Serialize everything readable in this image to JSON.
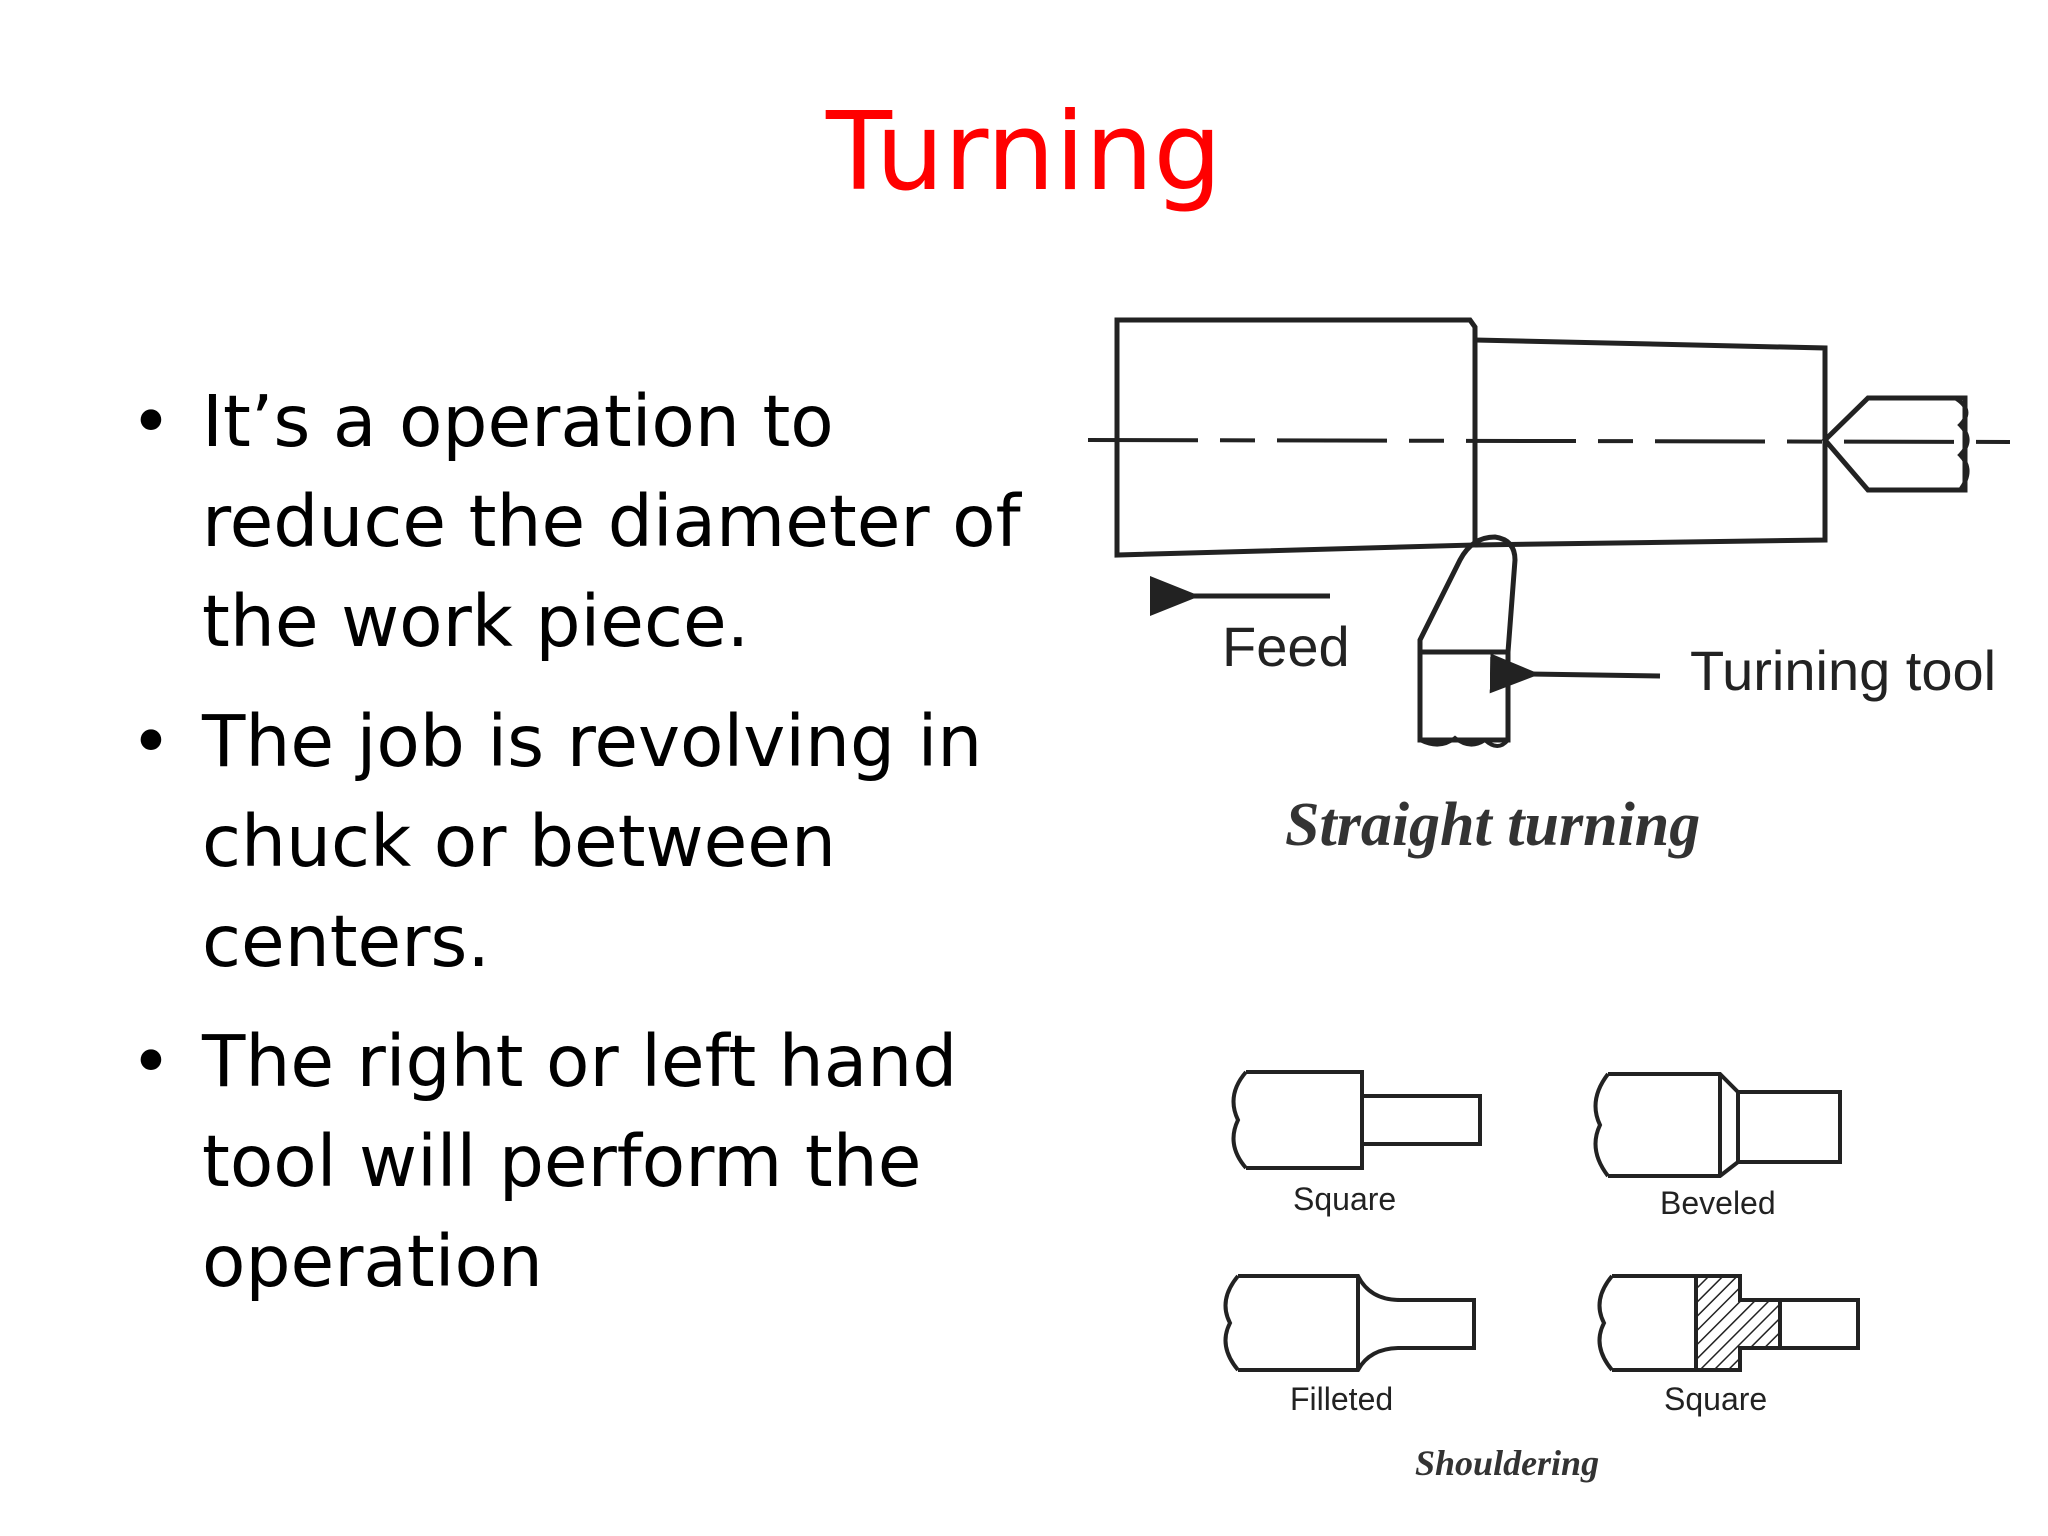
{
  "title": "Turning",
  "bullets": [
    "It’s a operation to reduce the diameter of the work piece.",
    "The job is revolving in chuck or between centers.",
    "The right or left hand tool will perform the operation"
  ],
  "bullet_glyph": "•",
  "colors": {
    "title": "#ff0000",
    "text": "#000000",
    "line": "#222222"
  },
  "straight_turning": {
    "feed_label": "Feed",
    "tool_label": "Turining tool",
    "caption": "Straight turning"
  },
  "shouldering": {
    "labels": [
      "Square",
      "Beveled",
      "Filleted",
      "Square"
    ],
    "caption": "Shouldering"
  }
}
